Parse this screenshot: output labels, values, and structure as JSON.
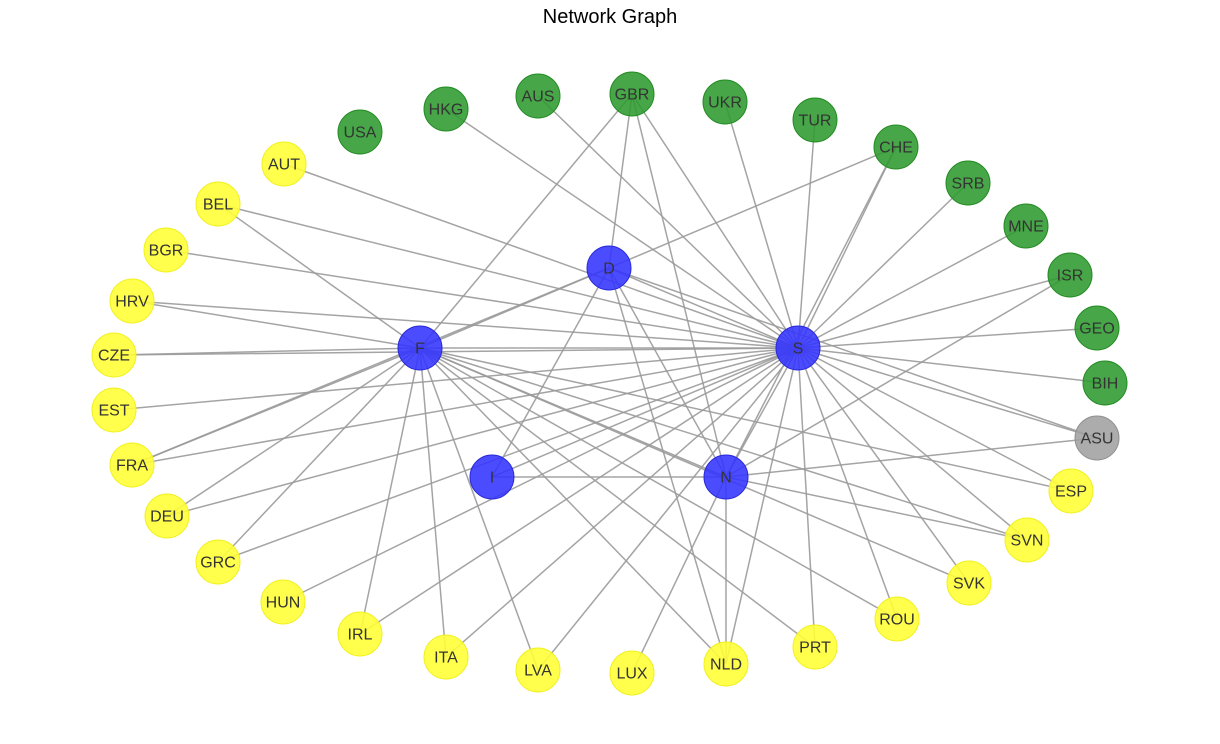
{
  "title": "Network Graph",
  "colors": {
    "hub": "#3333ff",
    "hub_edge": "#2a2ad9",
    "member": "#ffff33",
    "member_edge": "#f0f022",
    "partner": "#2e9a2e",
    "partner_edge": "#248c24",
    "other": "#a0a0a0",
    "other_edge": "#909090",
    "edge": "#9a9a9a",
    "label": "#333333"
  },
  "nodes": [
    {
      "id": "D",
      "group": "hub"
    },
    {
      "id": "F",
      "group": "hub"
    },
    {
      "id": "S",
      "group": "hub"
    },
    {
      "id": "I",
      "group": "hub"
    },
    {
      "id": "N",
      "group": "hub"
    },
    {
      "id": "USA",
      "group": "partner"
    },
    {
      "id": "HKG",
      "group": "partner"
    },
    {
      "id": "AUS",
      "group": "partner"
    },
    {
      "id": "GBR",
      "group": "partner"
    },
    {
      "id": "UKR",
      "group": "partner"
    },
    {
      "id": "TUR",
      "group": "partner"
    },
    {
      "id": "CHE",
      "group": "partner"
    },
    {
      "id": "SRB",
      "group": "partner"
    },
    {
      "id": "MNE",
      "group": "partner"
    },
    {
      "id": "ISR",
      "group": "partner"
    },
    {
      "id": "GEO",
      "group": "partner"
    },
    {
      "id": "BIH",
      "group": "partner"
    },
    {
      "id": "ASU",
      "group": "other"
    },
    {
      "id": "AUT",
      "group": "member"
    },
    {
      "id": "BEL",
      "group": "member"
    },
    {
      "id": "BGR",
      "group": "member"
    },
    {
      "id": "HRV",
      "group": "member"
    },
    {
      "id": "CZE",
      "group": "member"
    },
    {
      "id": "EST",
      "group": "member"
    },
    {
      "id": "FRA",
      "group": "member"
    },
    {
      "id": "DEU",
      "group": "member"
    },
    {
      "id": "GRC",
      "group": "member"
    },
    {
      "id": "HUN",
      "group": "member"
    },
    {
      "id": "IRL",
      "group": "member"
    },
    {
      "id": "ITA",
      "group": "member"
    },
    {
      "id": "LVA",
      "group": "member"
    },
    {
      "id": "LUX",
      "group": "member"
    },
    {
      "id": "NLD",
      "group": "member"
    },
    {
      "id": "PRT",
      "group": "member"
    },
    {
      "id": "ROU",
      "group": "member"
    },
    {
      "id": "SVK",
      "group": "member"
    },
    {
      "id": "SVN",
      "group": "member"
    },
    {
      "id": "ESP",
      "group": "member"
    }
  ],
  "edges": [
    [
      "D",
      "F"
    ],
    [
      "D",
      "S"
    ],
    [
      "D",
      "I"
    ],
    [
      "D",
      "N"
    ],
    [
      "D",
      "GBR"
    ],
    [
      "D",
      "CHE"
    ],
    [
      "D",
      "FRA"
    ],
    [
      "D",
      "NLD"
    ],
    [
      "D",
      "ASU"
    ],
    [
      "F",
      "S"
    ],
    [
      "F",
      "N"
    ],
    [
      "F",
      "GBR"
    ],
    [
      "F",
      "BEL"
    ],
    [
      "F",
      "HRV"
    ],
    [
      "F",
      "CZE"
    ],
    [
      "F",
      "FRA"
    ],
    [
      "F",
      "DEU"
    ],
    [
      "F",
      "GRC"
    ],
    [
      "F",
      "IRL"
    ],
    [
      "F",
      "ITA"
    ],
    [
      "F",
      "LVA"
    ],
    [
      "F",
      "NLD"
    ],
    [
      "F",
      "PRT"
    ],
    [
      "F",
      "ROU"
    ],
    [
      "F",
      "SVK"
    ],
    [
      "F",
      "SVN"
    ],
    [
      "F",
      "ESP"
    ],
    [
      "S",
      "I"
    ],
    [
      "S",
      "N"
    ],
    [
      "S",
      "HKG"
    ],
    [
      "S",
      "AUS"
    ],
    [
      "S",
      "GBR"
    ],
    [
      "S",
      "UKR"
    ],
    [
      "S",
      "TUR"
    ],
    [
      "S",
      "CHE"
    ],
    [
      "S",
      "SRB"
    ],
    [
      "S",
      "MNE"
    ],
    [
      "S",
      "ISR"
    ],
    [
      "S",
      "GEO"
    ],
    [
      "S",
      "BIH"
    ],
    [
      "S",
      "ASU"
    ],
    [
      "S",
      "AUT"
    ],
    [
      "S",
      "BEL"
    ],
    [
      "S",
      "BGR"
    ],
    [
      "S",
      "HRV"
    ],
    [
      "S",
      "EST"
    ],
    [
      "S",
      "FRA"
    ],
    [
      "S",
      "DEU"
    ],
    [
      "S",
      "GRC"
    ],
    [
      "S",
      "HUN"
    ],
    [
      "S",
      "IRL"
    ],
    [
      "S",
      "ITA"
    ],
    [
      "S",
      "LVA"
    ],
    [
      "S",
      "NLD"
    ],
    [
      "S",
      "PRT"
    ],
    [
      "S",
      "ROU"
    ],
    [
      "S",
      "SVK"
    ],
    [
      "S",
      "SVN"
    ],
    [
      "S",
      "ESP"
    ],
    [
      "S",
      "CZE"
    ],
    [
      "I",
      "N"
    ],
    [
      "N",
      "GBR"
    ],
    [
      "N",
      "CHE"
    ],
    [
      "N",
      "ISR"
    ],
    [
      "N",
      "ASU"
    ],
    [
      "N",
      "LUX"
    ],
    [
      "N",
      "NLD"
    ],
    [
      "N",
      "SVN"
    ]
  ]
}
